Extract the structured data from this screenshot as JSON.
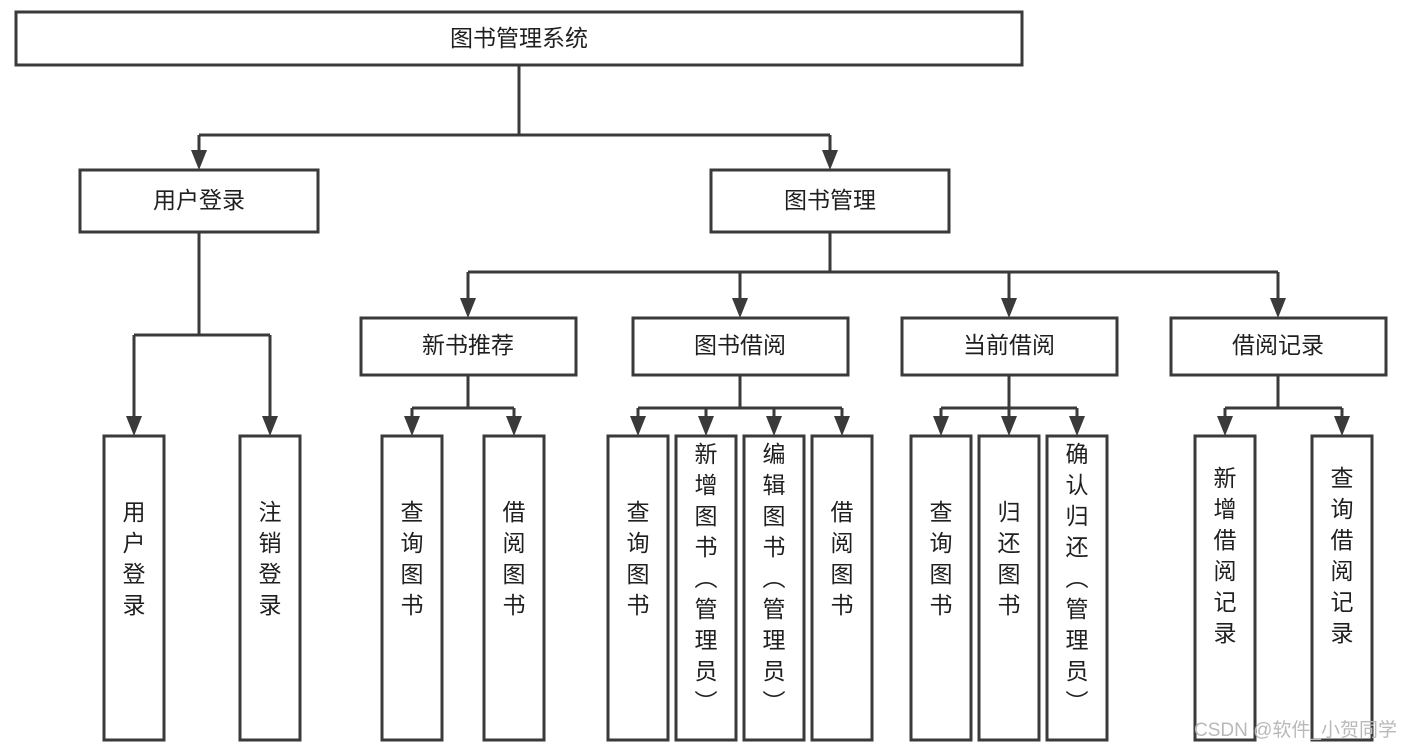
{
  "diagram": {
    "type": "tree-hierarchy",
    "title": "图书管理系统",
    "root": {
      "id": "root",
      "label": "图书管理系统",
      "orientation": "horizontal"
    },
    "level2": [
      {
        "id": "user-login",
        "label": "用户登录",
        "orientation": "horizontal"
      },
      {
        "id": "book-management",
        "label": "图书管理",
        "orientation": "horizontal"
      }
    ],
    "level3": [
      {
        "id": "new-book-recommend",
        "label": "新书推荐",
        "parent": "book-management",
        "orientation": "horizontal"
      },
      {
        "id": "book-borrow",
        "label": "图书借阅",
        "parent": "book-management",
        "orientation": "horizontal"
      },
      {
        "id": "current-borrow",
        "label": "当前借阅",
        "parent": "book-management",
        "orientation": "horizontal"
      },
      {
        "id": "borrow-record",
        "label": "借阅记录",
        "parent": "book-management",
        "orientation": "horizontal"
      }
    ],
    "leaves": [
      {
        "id": "leaf-user-login",
        "label": "用户登录",
        "parent": "user-login",
        "orientation": "vertical"
      },
      {
        "id": "leaf-user-logout",
        "label": "注销登录",
        "parent": "user-login",
        "orientation": "vertical"
      },
      {
        "id": "leaf-query-book-1",
        "label": "查询图书",
        "parent": "new-book-recommend",
        "orientation": "vertical"
      },
      {
        "id": "leaf-borrow-book-1",
        "label": "借阅图书",
        "parent": "new-book-recommend",
        "orientation": "vertical"
      },
      {
        "id": "leaf-query-book-2",
        "label": "查询图书",
        "parent": "book-borrow",
        "orientation": "vertical"
      },
      {
        "id": "leaf-add-book",
        "label": "新增图书（管理员）",
        "parent": "book-borrow",
        "orientation": "vertical"
      },
      {
        "id": "leaf-edit-book",
        "label": "编辑图书（管理员）",
        "parent": "book-borrow",
        "orientation": "vertical"
      },
      {
        "id": "leaf-borrow-book-2",
        "label": "借阅图书",
        "parent": "book-borrow",
        "orientation": "vertical"
      },
      {
        "id": "leaf-query-book-3",
        "label": "查询图书",
        "parent": "current-borrow",
        "orientation": "vertical"
      },
      {
        "id": "leaf-return-book",
        "label": "归还图书",
        "parent": "current-borrow",
        "orientation": "vertical"
      },
      {
        "id": "leaf-confirm-return",
        "label": "确认归还（管理员）",
        "parent": "current-borrow",
        "orientation": "vertical"
      },
      {
        "id": "leaf-add-record",
        "label": "新增借阅记录",
        "parent": "borrow-record",
        "orientation": "vertical"
      },
      {
        "id": "leaf-query-record",
        "label": "查询借阅记录",
        "parent": "borrow-record",
        "orientation": "vertical"
      }
    ]
  },
  "watermark": {
    "text": "CSDN @软件_小贺同学"
  },
  "colors": {
    "box_stroke": "#3a3a3a",
    "box_fill": "#ffffff",
    "text": "#1f1f1f",
    "background": "#ffffff",
    "watermark": "#b9b9b9"
  }
}
